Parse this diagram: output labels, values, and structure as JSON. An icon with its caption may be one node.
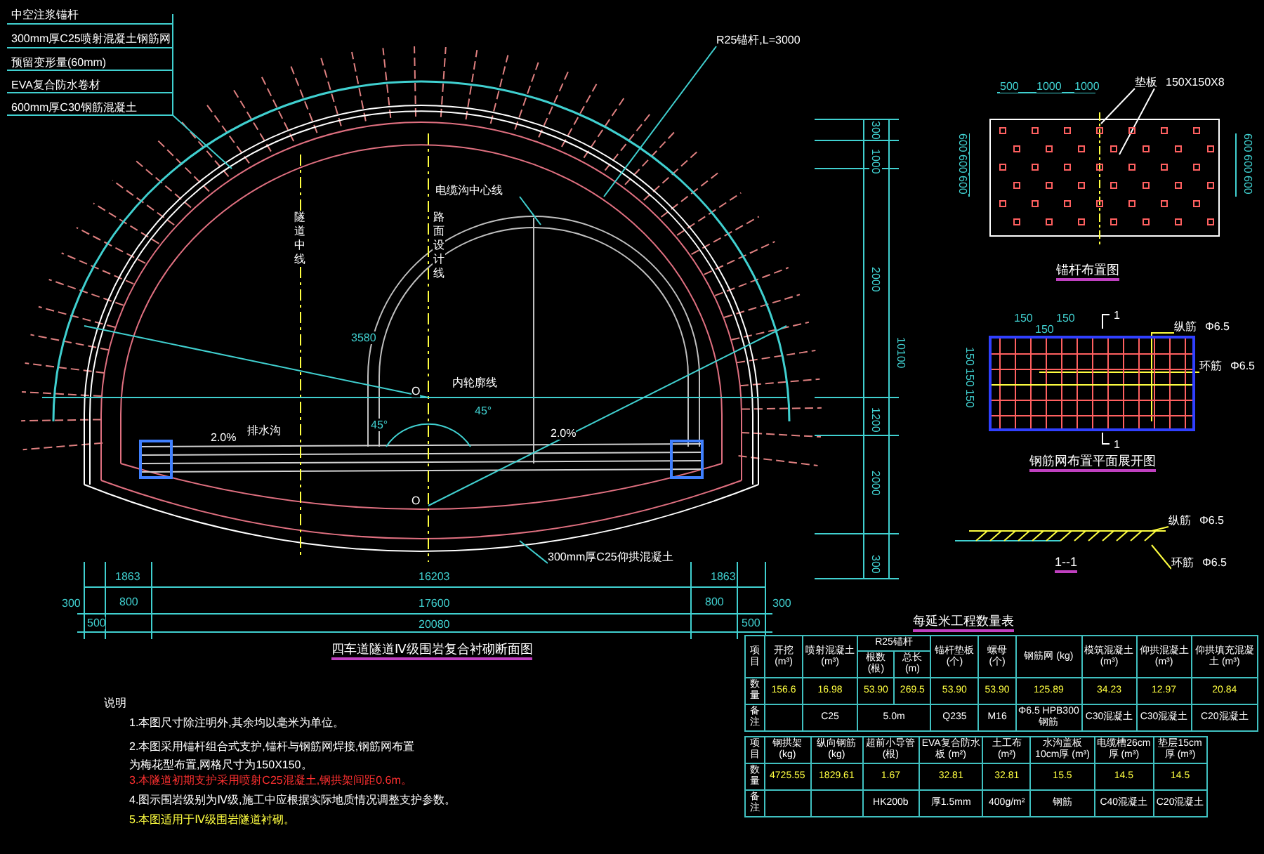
{
  "diagram": {
    "nodes": [
      {
        "text": [
          "R25锚杆,L=3000"
        ]
      },
      {
        "text": [
          "电缆沟中心线"
        ]
      },
      {
        "text": [
          "300mm厚C25仰拱混凝土"
        ]
      },
      {
        "text": [
          "垫板",
          "150X150X8"
        ]
      },
      {
        "text": [
          "纵筋",
          "Φ6.5"
        ]
      },
      {
        "text": [
          "环筋",
          "Φ6.5"
        ]
      },
      {
        "text": [
          "纵筋",
          "Φ6.5"
        ]
      },
      {
        "text": [
          "环筋",
          "Φ6.5"
        ]
      }
    ],
    "edges": [
      {
        "from": 0,
        "to": null,
        "arrow": "none",
        "color": "#40d0d0"
      },
      {
        "from": 1,
        "to": null,
        "arrow": "none",
        "color": "#40d0d0"
      },
      {
        "from": 2,
        "to": null,
        "arrow": "none",
        "color": "#40d0d0"
      },
      {
        "from": 3,
        "to": null,
        "arrow": "none",
        "color": "#ffffff"
      },
      {
        "from": 3,
        "to": null,
        "arrow": "none",
        "color": "#ffffff"
      },
      {
        "from": 4,
        "to": null,
        "arrow": "none"
      },
      {
        "from": 5,
        "to": null,
        "arrow": "none"
      },
      {
        "from": 6,
        "to": null,
        "arrow": "none"
      },
      {
        "from": 7,
        "to": null,
        "arrow": "none"
      }
    ],
    "labels": [
      "中空注浆锚杆",
      "300mm厚C25喷射混凝土钢筋网",
      "预留变形量(60mm)",
      "EVA复合防水卷材",
      "600mm厚C30钢筋混凝土",
      "隧道中线",
      "路面设计线",
      "内轮廓线",
      "3580",
      "O",
      "O",
      "45°",
      "45°",
      "排水沟",
      "2.0%",
      "2.0%",
      "300",
      "1000",
      "2000",
      "1200",
      "2000",
      "300",
      "10100",
      "1863",
      "16203",
      "1863",
      "300",
      "800",
      "17600",
      "800",
      "300",
      "500",
      "20080",
      "500",
      "四车道隧道Ⅳ级围岩复合衬砌断面图",
      "500",
      "1000",
      "1000",
      "600",
      "600",
      "600",
      "600",
      "600",
      "600",
      "锚杆布置图",
      "150",
      "150",
      "150",
      "1",
      "150",
      "150",
      "150",
      "1",
      "钢筋网布置平面展开图",
      "1--1",
      "每延米工程数量表",
      "项目",
      "开挖 (m³)",
      "喷射混凝土 (m³)",
      "R25锚杆",
      "根数 (根)",
      "总长 (m)",
      "锚杆垫板 (个)",
      "螺母 (个)",
      "钢筋网 (kg)",
      "模筑混凝土 (m³)",
      "仰拱混凝土 (m³)",
      "仰拱填充混凝土 (m³)",
      "数量",
      "156.6",
      "16.98",
      "53.90",
      "269.5",
      "53.90",
      "53.90",
      "125.89",
      "34.23",
      "12.97",
      "20.84",
      "备注",
      "C25",
      "5.0m",
      "Q235",
      "M16",
      "Φ6.5 HPB300钢筋",
      "C30混凝土",
      "C30混凝土",
      "C20混凝土",
      "项目",
      "钢拱架 (kg)",
      "纵向钢筋 (kg)",
      "超前小导管 (根)",
      "EVA复合防水板 (m²)",
      "土工布 (m²)",
      "水沟盖板10cm厚 (m³)",
      "电缆槽26cm厚 (m³)",
      "垫层15cm厚 (m³)",
      "数量",
      "4725.55",
      "1829.61",
      "1.67",
      "32.81",
      "32.81",
      "15.5",
      "14.5",
      "14.5",
      "备注",
      "HK200b",
      "厚1.5mm",
      "400g/m²",
      "钢筋",
      "C40混凝土",
      "C20混凝土",
      "说明",
      "1.本图尺寸除注明外,其余均以毫米为单位。",
      "2.本图采用锚杆组合式支护,锚杆与钢筋网焊接,钢筋网布置为梅花型布置,网格尺寸为150X150。",
      "3.本隧道初期支护采用喷射C25混凝土,钢拱架间距0.6m。",
      "4.图示围岩级别为Ⅳ级,施工中应根据实际地质情况调整支护参数。",
      "5.本图适用于Ⅳ级围岩隧道衬砌。"
    ]
  }
}
